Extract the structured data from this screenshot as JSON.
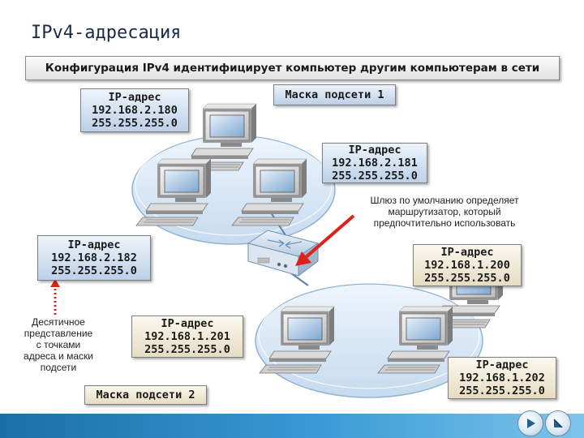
{
  "page": {
    "title": "IPv4-адресация"
  },
  "banner": "Конфигурация IPv4 идентифицирует компьютер другим компьютерам в сети",
  "labels": {
    "mask1": "Маска подсети 1",
    "mask2": "Маска подсети 2"
  },
  "hosts": [
    {
      "label": "IP-адрес",
      "ip": "192.168.2.180",
      "mask": "255.255.255.0"
    },
    {
      "label": "IP-адрес",
      "ip": "192.168.2.181",
      "mask": "255.255.255.0"
    },
    {
      "label": "IP-адрес",
      "ip": "192.168.2.182",
      "mask": "255.255.255.0"
    },
    {
      "label": "IP-адрес",
      "ip": "192.168.1.200",
      "mask": "255.255.255.0"
    },
    {
      "label": "IP-адрес",
      "ip": "192.168.1.201",
      "mask": "255.255.255.0"
    },
    {
      "label": "IP-адрес",
      "ip": "192.168.1.202",
      "mask": "255.255.255.0"
    }
  ],
  "notes": {
    "gateway": [
      "Шлюз по умолчанию определяет",
      "маршрутизатор, который",
      "предпочтительно использовать"
    ],
    "dotted": [
      "Десятичное",
      "представление",
      "с точками",
      "адреса и маски",
      "подсети"
    ]
  },
  "colors": {
    "arrow": "#e0201b",
    "ring": "#c9ddf0",
    "footer": "#1c6ea8"
  },
  "nav": {
    "prev_icon": "play-icon",
    "next_icon": "next-slide-icon"
  }
}
